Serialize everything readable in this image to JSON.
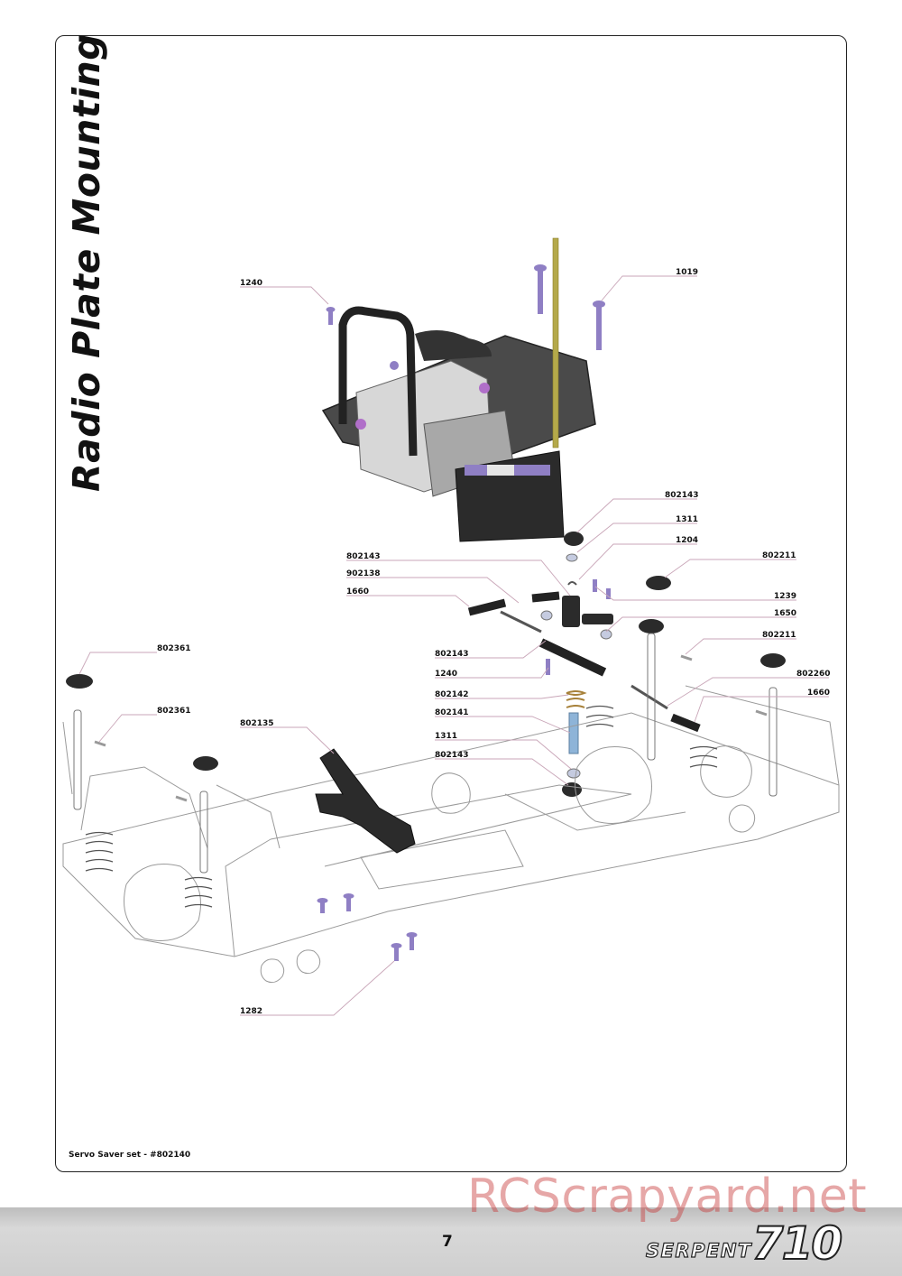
{
  "title": "Radio Plate Mounting",
  "part_labels": [
    {
      "id": "p1240a",
      "text": "1240"
    },
    {
      "id": "p1019",
      "text": "1019"
    },
    {
      "id": "p802143a",
      "text": "802143"
    },
    {
      "id": "p1311a",
      "text": "1311"
    },
    {
      "id": "p1204",
      "text": "1204"
    },
    {
      "id": "p802143b",
      "text": "802143"
    },
    {
      "id": "p902138",
      "text": "902138"
    },
    {
      "id": "p802211a",
      "text": "802211"
    },
    {
      "id": "p1660a",
      "text": "1660"
    },
    {
      "id": "p1239",
      "text": "1239"
    },
    {
      "id": "p1650",
      "text": "1650"
    },
    {
      "id": "p802361a",
      "text": "802361"
    },
    {
      "id": "p802143c",
      "text": "802143"
    },
    {
      "id": "p802211b",
      "text": "802211"
    },
    {
      "id": "p1240b",
      "text": "1240"
    },
    {
      "id": "p802260",
      "text": "802260"
    },
    {
      "id": "p802142",
      "text": "802142"
    },
    {
      "id": "p1660b",
      "text": "1660"
    },
    {
      "id": "p802361b",
      "text": "802361"
    },
    {
      "id": "p802141",
      "text": "802141"
    },
    {
      "id": "p802135",
      "text": "802135"
    },
    {
      "id": "p1311b",
      "text": "1311"
    },
    {
      "id": "p802143d",
      "text": "802143"
    },
    {
      "id": "p1282",
      "text": "1282"
    }
  ],
  "servo_note": "Servo Saver set - #802140",
  "page_number": "7",
  "brand": {
    "word": "SERPENT",
    "model": "710"
  },
  "watermark": "RCScrapyard.net",
  "colors": {
    "accent_purple": "#8f7fc4",
    "frame": "#222222",
    "footer": "#cfcfcf",
    "watermark": "#c83c3c"
  }
}
